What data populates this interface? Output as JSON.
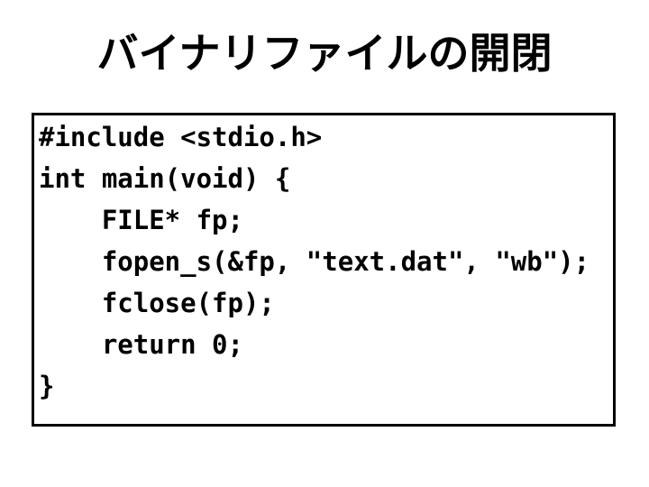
{
  "slide": {
    "title": "バイナリファイルの開閉",
    "background_color": "#ffffff",
    "text_color": "#000000"
  },
  "code_box": {
    "border_color": "#000000",
    "background_color": "#ffffff",
    "language": "c",
    "lines": [
      "#include <stdio.h>",
      "int main(void) {",
      "    FILE* fp;",
      "    fopen_s(&fp, \"text.dat\", \"wb\");",
      "    fclose(fp);",
      "    return 0;",
      "}"
    ]
  }
}
